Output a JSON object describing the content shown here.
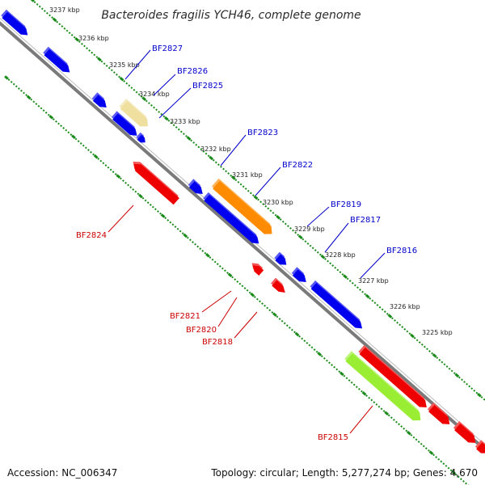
{
  "title": "Bacteroides fragilis YCH46, complete genome",
  "footer": {
    "accession": "Accession: NC_006347",
    "topology": "Topology: circular; Length: 5,277,274 bp; Genes: 4,670"
  },
  "scale_labels": [
    "3237 kbp",
    "3236 kbp",
    "3235 kbp",
    "3234 kbp",
    "3233 kbp",
    "3232 kbp",
    "3231 kbp",
    "3230 kbp",
    "3229 kbp",
    "3228 kbp",
    "3227 kbp",
    "3226 kbp",
    "3225 kbp"
  ],
  "gene_labels_top": [
    "BF2827",
    "BF2826",
    "BF2825",
    "BF2823",
    "BF2822",
    "BF2819",
    "BF2817",
    "BF2816"
  ],
  "gene_labels_bottom": [
    "BF2824",
    "BF2821",
    "BF2820",
    "BF2818",
    "BF2815"
  ],
  "colors": {
    "forward_gene": "#0000ee",
    "reverse_gene": "#ee0000",
    "highlight_tan": "#f0e0a0",
    "highlight_orange": "#ff8c00",
    "highlight_lime": "#99ee33",
    "backbone": "#7a7a7a",
    "tick": "#1a8a1a",
    "label_blue": "#0000cc",
    "label_red": "#cc0000"
  }
}
